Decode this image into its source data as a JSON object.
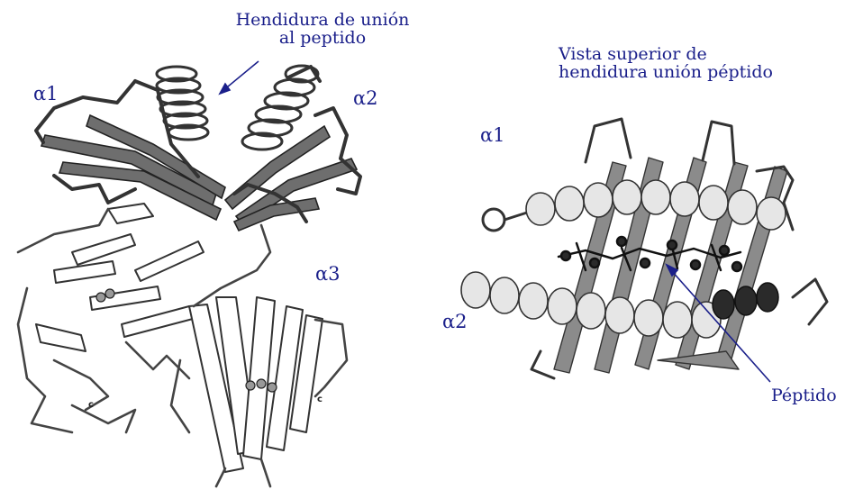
{
  "left_panel": {
    "title_line1": "Hendidura de unión",
    "title_line2": "al peptido",
    "alpha1": "α1",
    "alpha2": "α2",
    "alpha3": "α3"
  },
  "right_panel": {
    "title_line1": "Vista superior de",
    "title_line2": "hendidura unión péptido",
    "alpha1": "α1",
    "alpha2": "α2",
    "peptide_label": "Péptido"
  },
  "colors": {
    "label_text": "#1a1f8a",
    "ribbon_dark": "#555555",
    "ribbon_light": "#d8d8d8",
    "peptide": "#2a2a2a"
  }
}
